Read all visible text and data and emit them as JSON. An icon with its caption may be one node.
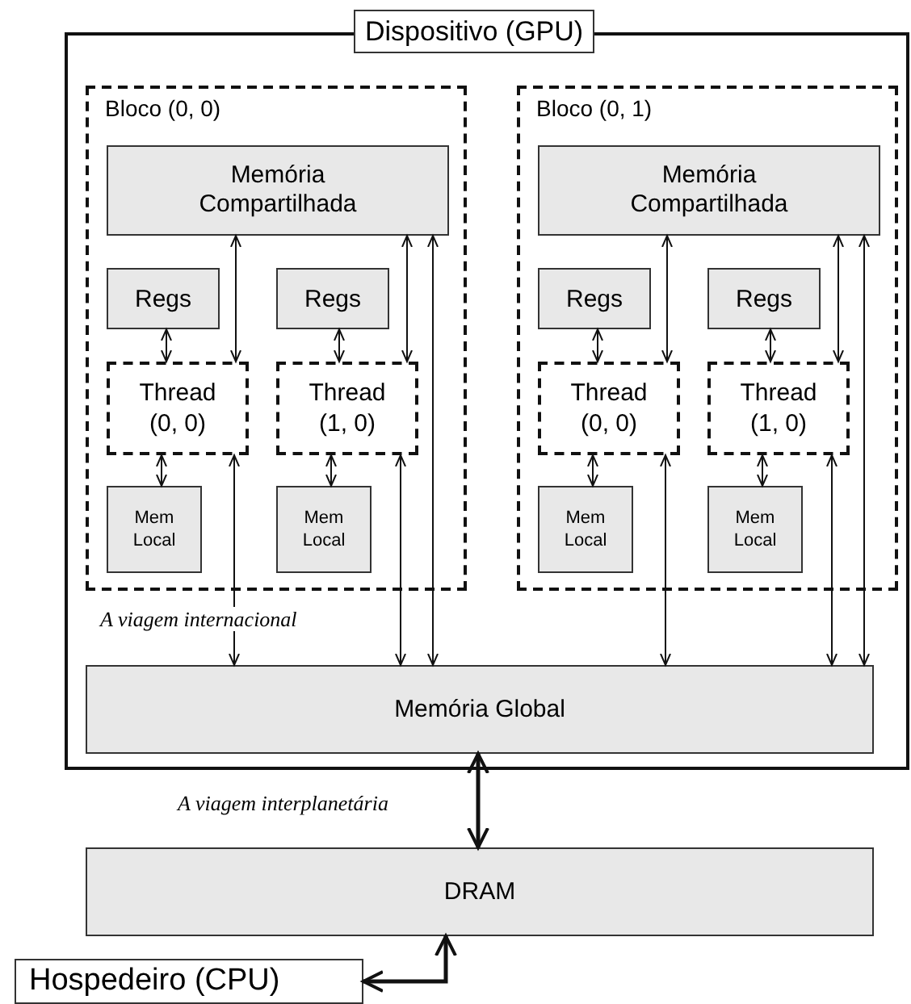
{
  "diagram": {
    "nodes": [
      {
        "text": [
          "Dispositivo (GPU)"
        ]
      },
      {
        "text": [
          "Bloco (0, 0)"
        ],
        "in": 0
      },
      {
        "text": [
          "Memória Compartilhada"
        ],
        "in": 1
      },
      {
        "text": [
          "Regs"
        ],
        "in": 1
      },
      {
        "text": [
          "Regs"
        ],
        "in": 1
      },
      {
        "text": [
          "Thread (0, 0)"
        ],
        "in": 1
      },
      {
        "text": [
          "Thread (1, 0)"
        ],
        "in": 1
      },
      {
        "text": [
          "Mem Local"
        ],
        "in": 1
      },
      {
        "text": [
          "Mem Local"
        ],
        "in": 1
      },
      {
        "text": [
          "Bloco (0, 1)"
        ],
        "in": 0
      },
      {
        "text": [
          "Memória Compartilhada"
        ],
        "in": 9
      },
      {
        "text": [
          "Regs"
        ],
        "in": 9
      },
      {
        "text": [
          "Regs"
        ],
        "in": 9
      },
      {
        "text": [
          "Thread (0, 0)"
        ],
        "in": 9
      },
      {
        "text": [
          "Thread (1, 0)"
        ],
        "in": 9
      },
      {
        "text": [
          "Mem Local"
        ],
        "in": 9
      },
      {
        "text": [
          "Mem Local"
        ],
        "in": 9
      },
      {
        "text": [
          "Memória Global"
        ],
        "in": 0
      },
      {
        "text": [
          "DRAM"
        ]
      },
      {
        "text": [
          "Hospedeiro (CPU)"
        ]
      }
    ],
    "edges": [
      {
        "from": 3,
        "to": 5,
        "arrow": "both"
      },
      {
        "from": 2,
        "to": 5,
        "arrow": "both"
      },
      {
        "from": 4,
        "to": 6,
        "arrow": "both"
      },
      {
        "from": 2,
        "to": 6,
        "arrow": "both"
      },
      {
        "from": 5,
        "to": 7,
        "arrow": "both"
      },
      {
        "from": 6,
        "to": 8,
        "arrow": "both"
      },
      {
        "from": 5,
        "to": 17,
        "arrow": "both",
        "label": "A viagem internacional"
      },
      {
        "from": 6,
        "to": 17,
        "arrow": "both"
      },
      {
        "from": 2,
        "to": 17,
        "arrow": "both"
      },
      {
        "from": 11,
        "to": 13,
        "arrow": "both"
      },
      {
        "from": 10,
        "to": 13,
        "arrow": "both"
      },
      {
        "from": 12,
        "to": 14,
        "arrow": "both"
      },
      {
        "from": 10,
        "to": 14,
        "arrow": "both"
      },
      {
        "from": 13,
        "to": 15,
        "arrow": "both"
      },
      {
        "from": 14,
        "to": 16,
        "arrow": "both"
      },
      {
        "from": 13,
        "to": 17,
        "arrow": "both"
      },
      {
        "from": 14,
        "to": 17,
        "arrow": "both"
      },
      {
        "from": 10,
        "to": 17,
        "arrow": "both"
      },
      {
        "from": 17,
        "to": 18,
        "arrow": "both",
        "style": "thick",
        "label": "A viagem interplanetária"
      },
      {
        "from": 19,
        "to": 18,
        "arrow": "both",
        "style": "thick"
      }
    ]
  }
}
